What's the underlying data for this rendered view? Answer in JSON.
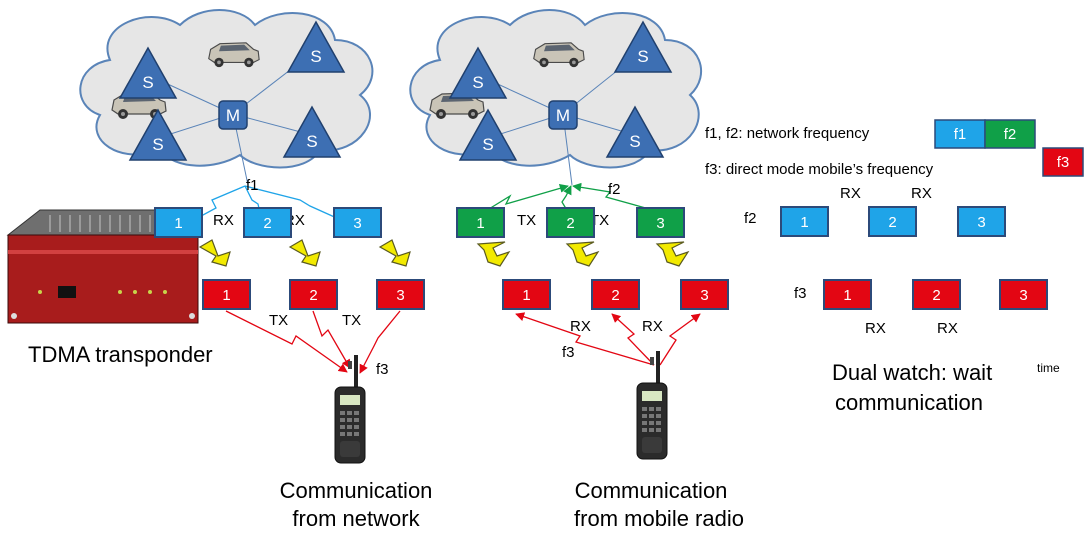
{
  "colors": {
    "rx_slot": "#1fa4e8",
    "tx_slot": "#e30613",
    "net_tx_slot": "#10a048",
    "node": "#3d6fb3",
    "cloud_fill": "#e6e6e6",
    "cloud_stroke": "#5a84b8",
    "rx_link": "#1fa4e8",
    "tx_link": "#e30613",
    "net_tx_link": "#10a048",
    "switch_arrow": "#f2ea00"
  },
  "networks": [
    {
      "nodes": [
        {
          "label": "S"
        },
        {
          "label": "S"
        },
        {
          "label": "M"
        },
        {
          "label": "S"
        },
        {
          "label": "S"
        }
      ]
    },
    {
      "nodes": [
        {
          "label": "S"
        },
        {
          "label": "S"
        },
        {
          "label": "M"
        },
        {
          "label": "S"
        },
        {
          "label": "S"
        }
      ]
    }
  ],
  "legend": {
    "network_label": "f1, f2:  network frequency",
    "network_f1": "f1",
    "network_f2": "f2",
    "direct_label": "f3:  direct mode mobile’s frequency",
    "direct_f3": "f3"
  },
  "panel_network": {
    "freq_top": "f1",
    "rx_labels": [
      "RX",
      "RX"
    ],
    "rx_slots": [
      "1",
      "2",
      "3"
    ],
    "tx_slots": [
      "1",
      "2",
      "3"
    ],
    "tx_labels": [
      "TX",
      "TX"
    ],
    "freq_bottom": "f3",
    "device_label": "TDMA transponder",
    "caption": [
      "Communication",
      "from network"
    ]
  },
  "panel_mobile": {
    "freq_top": "f2",
    "tx_labels": [
      "TX",
      "TX"
    ],
    "net_slots": [
      "1",
      "2",
      "3"
    ],
    "direct_slots": [
      "1",
      "2",
      "3"
    ],
    "rx_labels": [
      "RX",
      "RX"
    ],
    "freq_bottom": "f3",
    "caption": [
      "Communication",
      "from mobile radio"
    ]
  },
  "panel_dualwatch": {
    "top_rx_labels": [
      "RX",
      "RX"
    ],
    "row1_freq": "f2",
    "row1_slots": [
      "1",
      "2",
      "3"
    ],
    "row2_freq": "f3",
    "row2_slots": [
      "1",
      "2",
      "3"
    ],
    "bottom_rx_labels": [
      "RX",
      "RX"
    ],
    "caption": [
      "Dual watch: wait",
      "communication"
    ],
    "time_label": "time"
  }
}
